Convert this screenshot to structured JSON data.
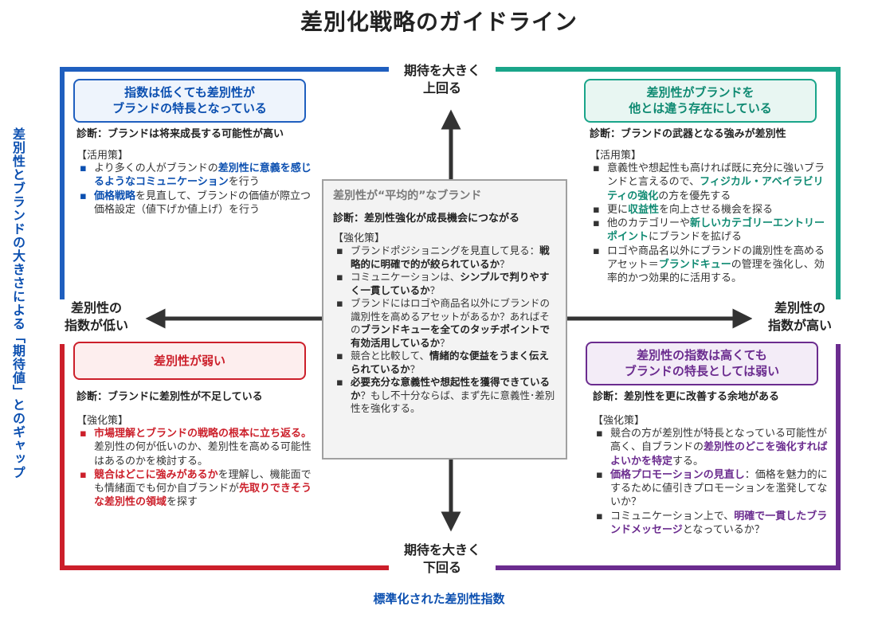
{
  "title": "差別化戦略のガイドライン",
  "axis": {
    "top": "期待を大きく\n上回る",
    "bottom": "期待を大きく\n下回る",
    "left": "差別性の\n指数が低い",
    "right": "差別性の\n指数が高い",
    "x_label": "標準化された差別性指数",
    "y_label": "差別性とブランドの大きさによる「期待値」とのギャップ"
  },
  "colors": {
    "blue": "#0b4fb0",
    "green": "#1aa58a",
    "red": "#cc1f2a",
    "purple": "#6b2c8f",
    "gray": "#a0a0a0"
  },
  "q1": {
    "badge": "指数は低くても差別性が\nブランドの特長となっている",
    "diagnosis": "診断：ブランドは将来成長する可能性が高い",
    "section": "【活用策】",
    "items": [
      [
        [
          "より多くの人がブランドの",
          ""
        ],
        [
          "差別性に意義を感じるようなコミュニケーション",
          "blue"
        ],
        [
          "を行う",
          ""
        ]
      ],
      [
        [
          "価格戦略",
          "blue"
        ],
        [
          "を見直して、ブランドの価値が際立つ価格設定（値下げか値上げ）を行う",
          ""
        ]
      ]
    ]
  },
  "q2": {
    "badge": "差別性がブランドを\n他とは違う存在にしている",
    "diagnosis": "診断：ブランドの武器となる強みが差別性",
    "section": "【活用策】",
    "items": [
      [
        [
          "意義性や想起性も高ければ既に充分に強いブランドと言えるので、",
          ""
        ],
        [
          "フィジカル・アベイラビリティの強化",
          "green"
        ],
        [
          "の方を優先する",
          ""
        ]
      ],
      [
        [
          "更に",
          ""
        ],
        [
          "収益性",
          "green"
        ],
        [
          "を向上させる機会を探る",
          ""
        ]
      ],
      [
        [
          "他のカテゴリーや",
          ""
        ],
        [
          "新しいカテゴリーエントリーポイント",
          "green"
        ],
        [
          "にブランドを拡げる",
          ""
        ]
      ],
      [
        [
          "ロゴや商品名以外にブランドの識別性を高めるアセット＝",
          ""
        ],
        [
          "ブランドキュー",
          "green"
        ],
        [
          "の管理を強化し、効率的かつ効果的に活用する。",
          ""
        ]
      ]
    ]
  },
  "q3": {
    "badge": "差別性が弱い",
    "diagnosis": "診断：ブランドに差別性が不足している",
    "section": "【強化策】",
    "items": [
      [
        [
          "市場理解とブランドの戦略の根本に立ち返る。",
          "red"
        ],
        [
          "差別性の何が低いのか、差別性を高める可能性はあるのかを検討する。",
          ""
        ]
      ],
      [
        [
          "競合はどこに強みがあるか",
          "red"
        ],
        [
          "を理解し、機能面でも情緒面でも何か自ブランドが",
          ""
        ],
        [
          "先取りできそうな差別性の領域",
          "red"
        ],
        [
          "を探す",
          ""
        ]
      ]
    ]
  },
  "q4": {
    "badge": "差別性の指数は高くても\nブランドの特長としては弱い",
    "diagnosis": "診断：差別性を更に改善する余地がある",
    "section": "【強化策】",
    "items": [
      [
        [
          "競合の方が差別性が特長となっている可能性が高く、自ブランドの",
          ""
        ],
        [
          "差別性のどこを強化すればよいかを特定",
          "purple"
        ],
        [
          "する。",
          ""
        ]
      ],
      [
        [
          "価格プロモーションの見直し",
          "purple"
        ],
        [
          "：価格を魅力的にするために値引きプロモーションを濫発してないか？",
          ""
        ]
      ],
      [
        [
          "コミュニケーション上で、",
          ""
        ],
        [
          "明確で一貫したブランドメッセージ",
          "purple"
        ],
        [
          "となっているか？",
          ""
        ]
      ]
    ]
  },
  "center": {
    "title": "差別性が“平均的”なブランド",
    "diagnosis": "診断：差別性強化が成長機会につながる",
    "section": "【強化策】",
    "items": [
      [
        [
          "ブランドポジショニングを見直して見る：",
          ""
        ],
        [
          "戦略的に明確で的が絞られているか",
          "bold"
        ],
        [
          "？",
          ""
        ]
      ],
      [
        [
          "コミュニケーションは、",
          ""
        ],
        [
          "シンプルで判りやすく一貫しているか",
          "bold"
        ],
        [
          "？",
          ""
        ]
      ],
      [
        [
          "ブランドにはロゴや商品名以外にブランドの識別性を高めるアセットがあるか？あればその",
          ""
        ],
        [
          "ブランドキューを全てのタッチポイントで有効活用しているか",
          "bold"
        ],
        [
          "？",
          ""
        ]
      ],
      [
        [
          "競合と比較して、",
          ""
        ],
        [
          "情緒的な便益をうまく伝えられているか",
          "bold"
        ],
        [
          "？",
          ""
        ]
      ],
      [
        [
          "必要充分な意義性や想起性を獲得できているか",
          "bold"
        ],
        [
          "？もし不十分ならば、まず先に意義性･差別性を強化する。",
          ""
        ]
      ]
    ]
  }
}
